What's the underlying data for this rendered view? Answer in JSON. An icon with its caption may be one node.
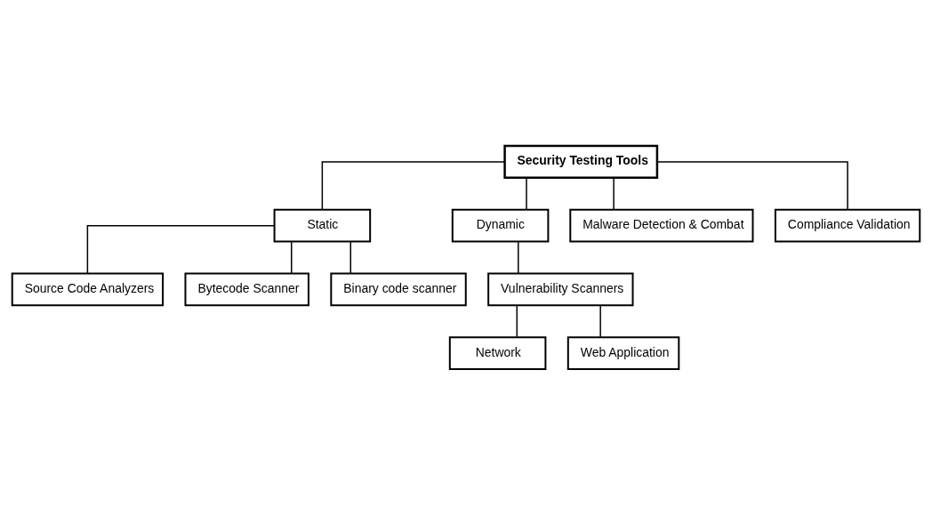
{
  "diagram": {
    "nodes": [
      {
        "text": [
          "Security Testing Tools"
        ]
      },
      {
        "text": [
          "Static"
        ]
      },
      {
        "text": [
          "Dynamic"
        ]
      },
      {
        "text": [
          "Malware Detection & Combat"
        ]
      },
      {
        "text": [
          "Compliance Validation"
        ]
      },
      {
        "text": [
          "Source Code Analyzers"
        ]
      },
      {
        "text": [
          "Vulnerability Scanners"
        ]
      },
      {
        "text": [
          "Bytecode Scanner"
        ]
      },
      {
        "text": [
          "Network"
        ]
      },
      {
        "text": [
          "Binary code scanner"
        ]
      },
      {
        "text": [
          "Web Application"
        ]
      }
    ],
    "edges": [
      {
        "from": 0,
        "to": 1,
        "arrow": "none"
      },
      {
        "from": 0,
        "to": 2,
        "arrow": "none"
      },
      {
        "from": 0,
        "to": 3,
        "arrow": "none"
      },
      {
        "from": 0,
        "to": 4,
        "arrow": "none"
      },
      {
        "from": 1,
        "to": 5,
        "arrow": "none"
      },
      {
        "from": 1,
        "to": 7,
        "arrow": "none"
      },
      {
        "from": 1,
        "to": 9,
        "arrow": "none"
      },
      {
        "from": 2,
        "to": 6,
        "arrow": "none"
      },
      {
        "from": 6,
        "to": 8,
        "arrow": "none"
      },
      {
        "from": 6,
        "to": 10,
        "arrow": "none"
      }
    ]
  }
}
